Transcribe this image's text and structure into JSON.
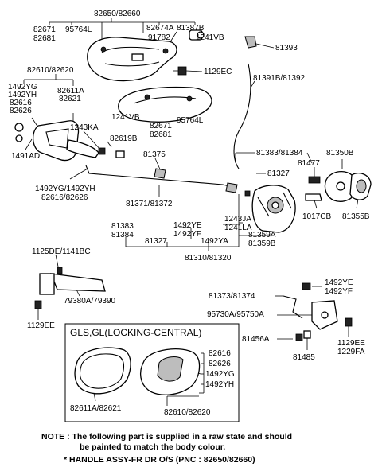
{
  "labels": {
    "l82650": "82650/82660",
    "l82671_top": "82671",
    "l95764L_top": "95764L",
    "l82681_top": "82681",
    "l82674A": "82674A",
    "l81387B": "81387B",
    "l91782": "91782",
    "l1241VB_top": "1241VB",
    "l81393": "81393",
    "l1129EC": "1129EC",
    "l82610_left": "82610/82620",
    "l1492YG_left": "1492YG",
    "l1492YH_left": "1492YH",
    "l82616_left": "82616",
    "l82626_left": "82626",
    "l82611A": "82611A",
    "l82621": "82621",
    "l81391B": "81391B/81392",
    "l1241VB_mid": "1241VB",
    "l82671_mid": "82671",
    "l82681_mid": "82681",
    "l95764L_mid": "95764L",
    "l1243KA": "1243KA",
    "l82619B": "82619B",
    "l1491AD": "1491AD",
    "l81375": "81375",
    "l81383_top": "81383/81384",
    "l81350B": "81350B",
    "l81477": "81477",
    "l81327_right": "81327",
    "l1492YG_mid": "1492YG/1492YH",
    "l82616_mid": "82616/82626",
    "l81371": "81371/81372",
    "l1017CB": "1017CB",
    "l81355B": "81355B",
    "l1243JA": "1243JA",
    "l1241LA": "1241LA",
    "l81359A": "81359A",
    "l81359B": "81359B",
    "l81383_bot": "81383",
    "l81384_bot": "81384",
    "l1492YE_mid": "1492YE",
    "l1492YF_mid": "1492YF",
    "l81327_bot": "81327",
    "l1492YA": "1492YA",
    "l81310": "81310/81320",
    "l1125DE": "1125DE/1141BC",
    "l79380A": "79380A/79390",
    "l1129EE_left": "1129EE",
    "l81373": "81373/81374",
    "l1492YE_right": "1492YE",
    "l1492YF_right": "1492YF",
    "l95730A": "95730A/95750A",
    "l81456A": "81456A",
    "l81485": "81485",
    "l1129EE_right": "1129EE",
    "l1229FA": "1229FA",
    "box_title": "GLS,GL(LOCKING-CENTRAL)",
    "box_82611A": "82611A/82621",
    "box_82616": "82616",
    "box_82626": "82626",
    "box_1492YG": "1492YG",
    "box_1492YH": "1492YH",
    "box_82610": "82610/82620"
  },
  "note": {
    "line1": "NOTE : The following part is supplied in a raw state and should",
    "line2": "be painted to match the body colour.",
    "line3_prefix": "* HANDLE ASSY-FR DR O/S (PNC : ",
    "line3_pnc": "82650/82660",
    "line3_suffix": ")"
  }
}
